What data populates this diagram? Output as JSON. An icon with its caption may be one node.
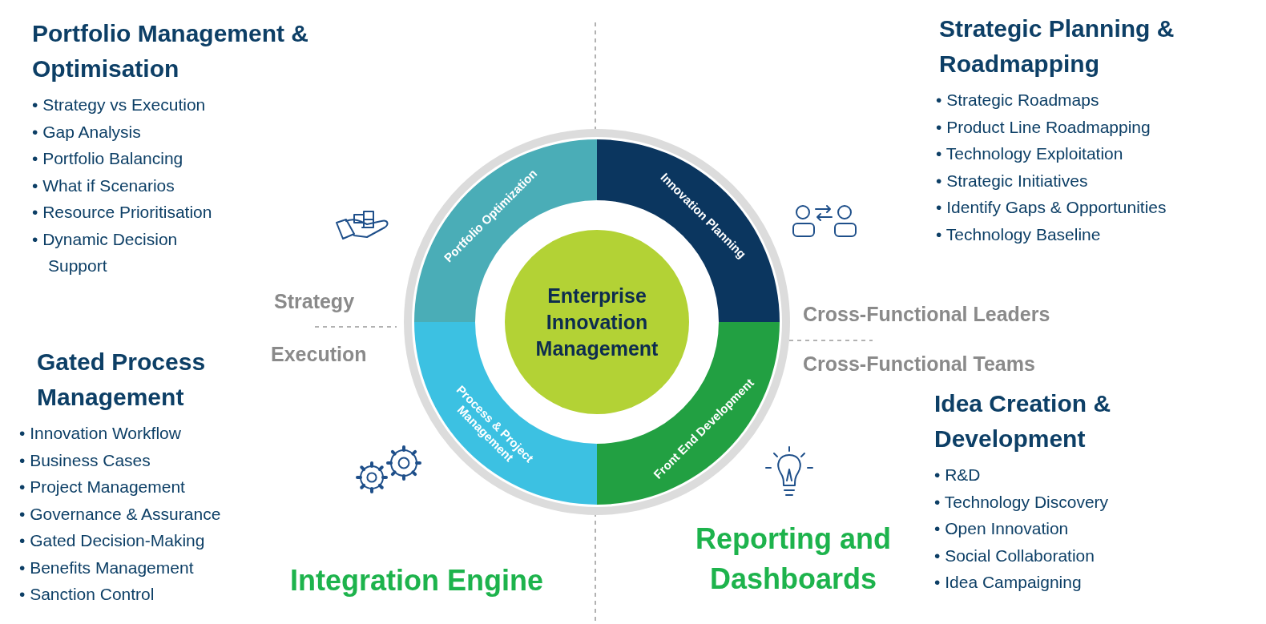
{
  "diagram": {
    "nodes": [
      {
        "text": [
          "Portfolio Optimization"
        ]
      },
      {
        "text": [
          "Innovation Planning"
        ]
      },
      {
        "text": [
          "Enterprise Innovation Management"
        ]
      },
      {
        "text": [
          "Process & Project Management"
        ]
      },
      {
        "text": [
          "Front End Development"
        ]
      }
    ],
    "labels": [
      "Portfolio Management & Optimisation",
      "• Strategy vs Execution",
      "• Gap Analysis",
      "• Portfolio Balancing",
      "• What if Scenarios",
      "• Resource Prioritisation",
      "• Dynamic Decision Support",
      "Strategic Planning & Roadmapping",
      "• Strategic Roadmaps",
      "• Product Line Roadmapping",
      "• Technology Exploitation",
      "• Strategic Initiatives",
      "• Identify Gaps & Opportunities",
      "• Technology Baseline",
      "Strategy",
      "Cross-Functional Leaders",
      "Execution",
      "Cross-Functional Teams",
      "Gated Process Management",
      "• Innovation Workflow",
      "• Business Cases",
      "• Project Management",
      "• Governance & Assurance",
      "• Gated Decision-Making",
      "• Benefits Management",
      "• Sanction Control",
      "Idea Creation & Development",
      "• R&D",
      "• Technology Discovery",
      "• Open Innovation",
      "• Social Collaboration",
      "• Idea Campaigning",
      "Integration Engine",
      "Reporting and Dashboards"
    ]
  }
}
